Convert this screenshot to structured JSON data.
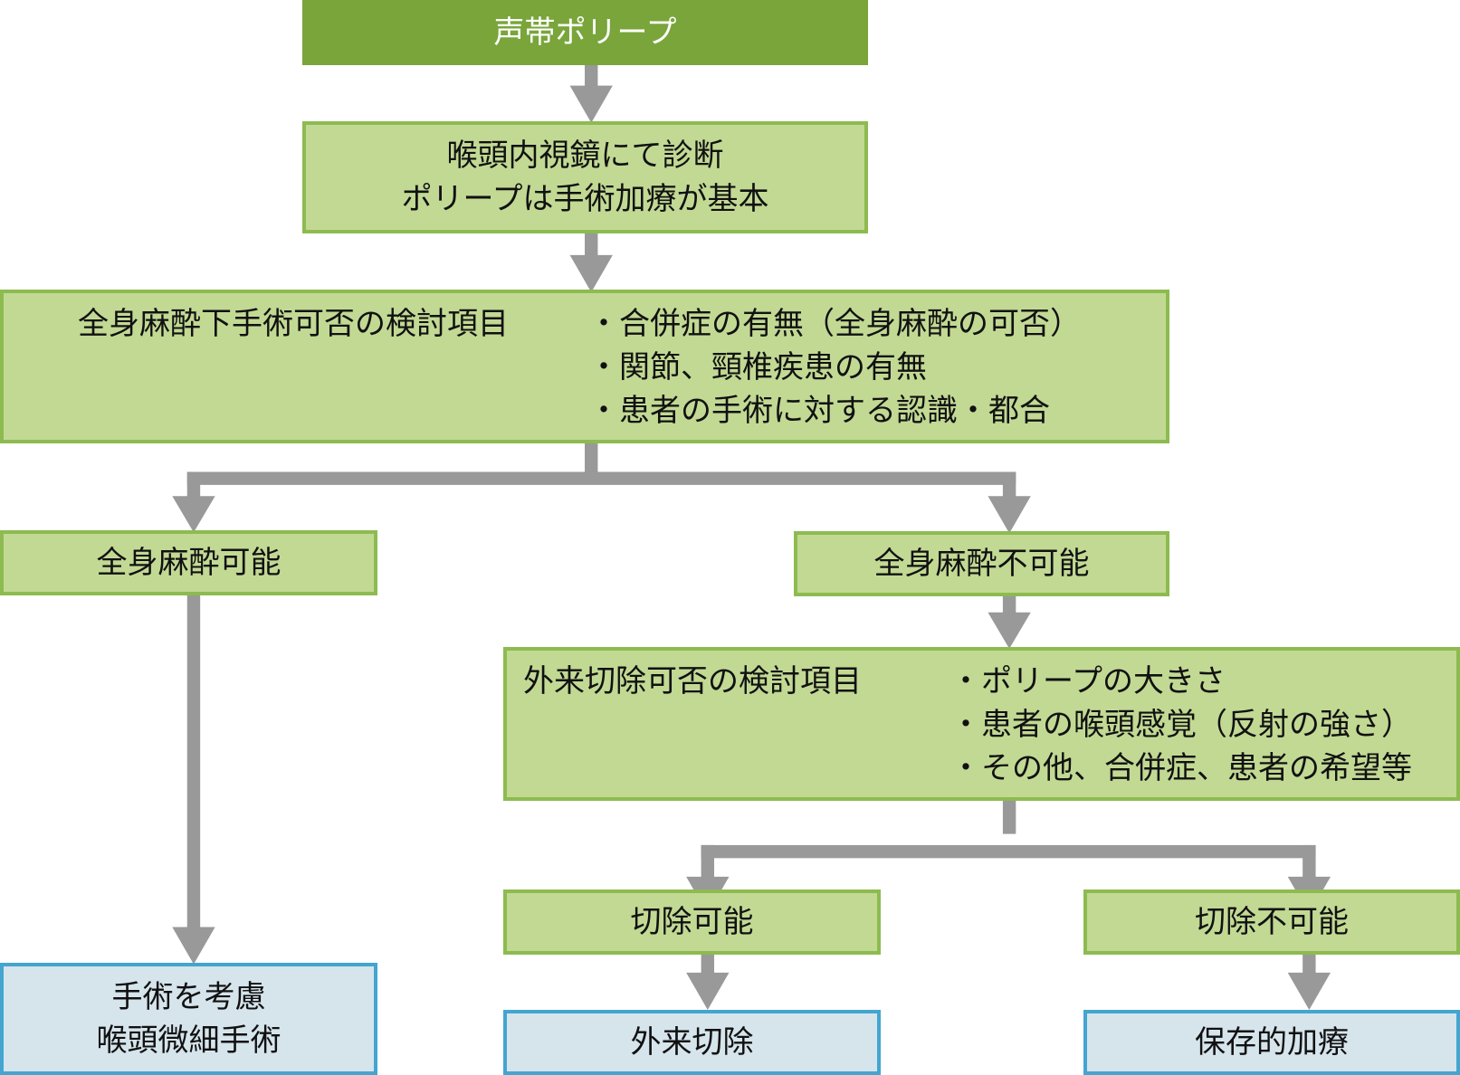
{
  "colors": {
    "header_fill": "#79a53a",
    "step_fill": "#c2d994",
    "step_border": "#8dbb50",
    "outcome_fill": "#d6e4ec",
    "outcome_border": "#43a5d0",
    "arrow": "#999999"
  },
  "nodes": {
    "root": {
      "label": "声帯ポリープ"
    },
    "diagnosis": {
      "lines": [
        "喉頭内視鏡にて診断",
        "ポリープは手術加療が基本"
      ]
    },
    "ga_criteria": {
      "heading": "全身麻酔下手術可否の検討項目",
      "items": [
        "・合併症の有無（全身麻酔の可否）",
        "・関節、頸椎疾患の有無",
        "・患者の手術に対する認識・都合"
      ]
    },
    "ga_possible": {
      "label": "全身麻酔可能"
    },
    "ga_impossible": {
      "label": "全身麻酔不可能"
    },
    "outpatient_criteria": {
      "heading": "外来切除可否の検討項目",
      "items": [
        "・ポリープの大きさ",
        "・患者の喉頭感覚（反射の強さ）",
        "・その他、合併症、患者の希望等"
      ]
    },
    "resection_possible": {
      "label": "切除可能"
    },
    "resection_impossible": {
      "label": "切除不可能"
    },
    "outcome_surgery": {
      "lines": [
        "手術を考慮",
        "喉頭微細手術"
      ]
    },
    "outcome_outpatient": {
      "label": "外来切除"
    },
    "outcome_conservative": {
      "label": "保存的加療"
    }
  },
  "edges": [
    [
      "root",
      "diagnosis"
    ],
    [
      "diagnosis",
      "ga_criteria"
    ],
    [
      "ga_criteria",
      "ga_possible"
    ],
    [
      "ga_criteria",
      "ga_impossible"
    ],
    [
      "ga_possible",
      "outcome_surgery"
    ],
    [
      "ga_impossible",
      "outpatient_criteria"
    ],
    [
      "outpatient_criteria",
      "resection_possible"
    ],
    [
      "outpatient_criteria",
      "resection_impossible"
    ],
    [
      "resection_possible",
      "outcome_outpatient"
    ],
    [
      "resection_impossible",
      "outcome_conservative"
    ]
  ]
}
